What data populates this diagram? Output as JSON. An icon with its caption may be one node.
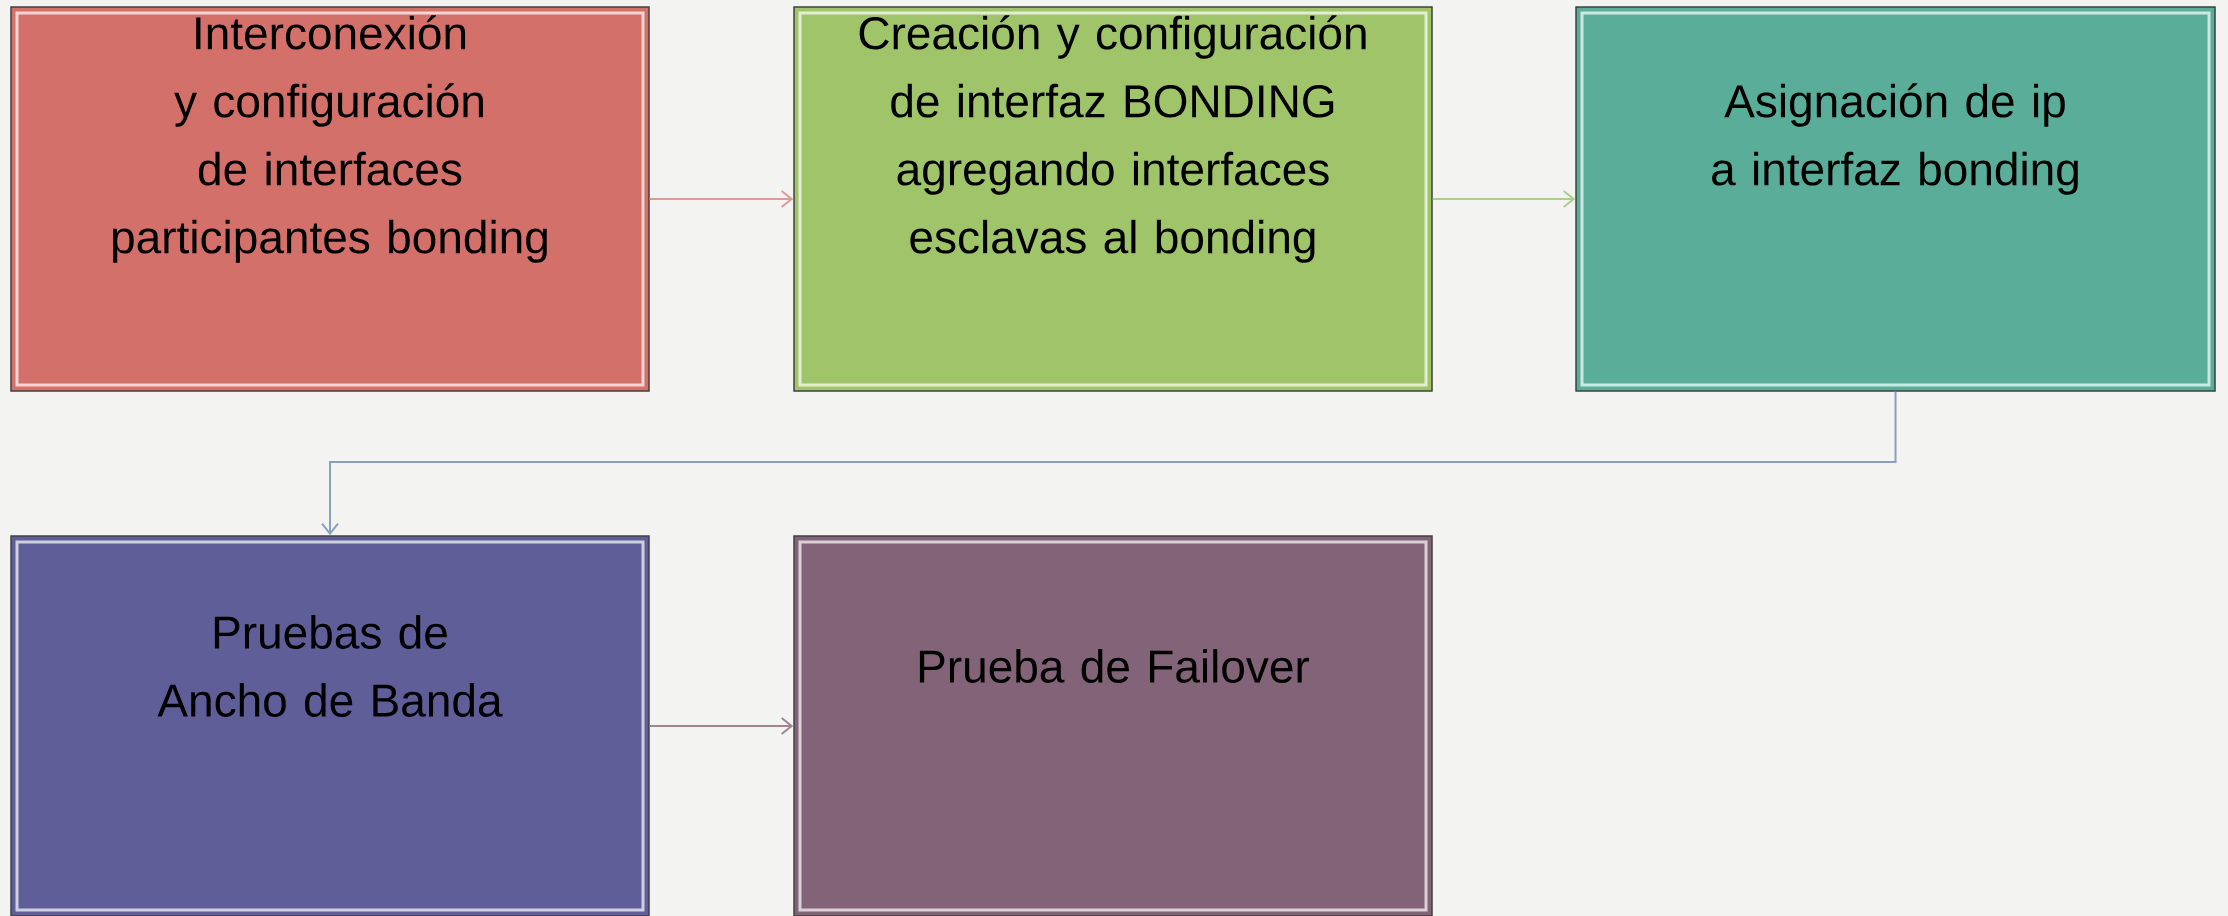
{
  "diagram": {
    "nodes": [
      {
        "text": [
          "Interconexión y configuración de interfaces participantes bonding"
        ]
      },
      {
        "text": [
          "Creación y configuración de interfaz BONDING agregando interfaces esclavas al bonding"
        ]
      },
      {
        "text": [
          "Asignación de ip a interfaz bonding"
        ]
      },
      {
        "text": [
          "Pruebas de Ancho de Banda"
        ]
      },
      {
        "text": [
          "Prueba de Failover"
        ]
      }
    ],
    "edges": [
      {
        "from": 0,
        "to": 1,
        "arrow": "to",
        "color": "#e09a96"
      },
      {
        "from": 1,
        "to": 2,
        "arrow": "to",
        "color": "#a8d08a"
      },
      {
        "from": 2,
        "to": 3,
        "arrow": "to",
        "color": "#8aa0c0"
      },
      {
        "from": 3,
        "to": 4,
        "arrow": "to",
        "color": "#a08496"
      }
    ]
  }
}
